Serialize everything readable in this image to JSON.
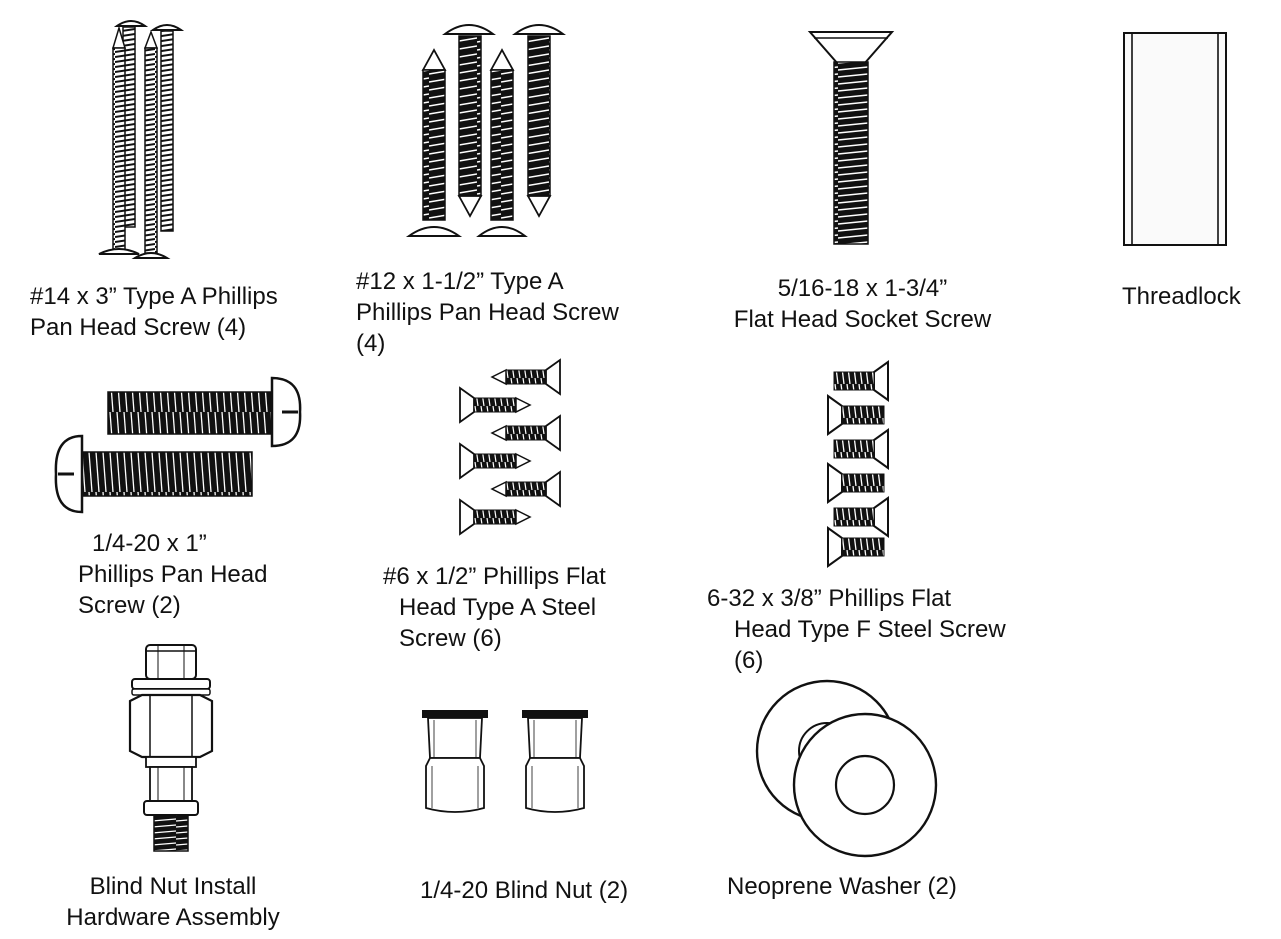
{
  "parts": {
    "pan14": {
      "icon": "long-pan-head-screw-icon",
      "lines": [
        "#14 x 3” Type A Phillips",
        " Pan Head Screw (4)"
      ]
    },
    "pan12": {
      "icon": "pan-head-screw-icon",
      "lines": [
        "#12 x 1-1/2” Type A",
        "Phillips Pan Head Screw",
        "(4)"
      ]
    },
    "socket": {
      "icon": "flat-head-socket-screw-icon",
      "lines": [
        "5/16-18 x 1-3/4”",
        "Flat Head Socket Screw"
      ]
    },
    "threadlock": {
      "icon": "threadlock-tube-icon",
      "lines": [
        "Threadlock"
      ]
    },
    "pan14_20": {
      "icon": "machine-pan-head-screw-icon",
      "lines": [
        "1/4-20 x 1”",
        "Phillips Pan Head",
        "Screw (2)"
      ]
    },
    "flat6": {
      "icon": "flat-head-screw-icon",
      "lines": [
        "#6 x 1/2” Phillips Flat",
        "Head Type A Steel",
        "Screw (6)"
      ]
    },
    "flat632": {
      "icon": "flat-head-machine-screw-icon",
      "lines": [
        "6-32 x 3/8” Phillips Flat",
        "Head Type F Steel Screw",
        "(6)"
      ]
    },
    "blindtool": {
      "icon": "blind-nut-tool-icon",
      "lines": [
        "Blind Nut Install",
        "Hardware Assembly"
      ]
    },
    "blindnut": {
      "icon": "blind-nut-icon",
      "lines": [
        "1/4-20 Blind Nut (2)"
      ]
    },
    "washer": {
      "icon": "washer-icon",
      "lines": [
        "Neoprene Washer (2)"
      ]
    }
  },
  "colors": {
    "ink": "#111111",
    "paper": "#ffffff",
    "tube": "#fafafa"
  }
}
